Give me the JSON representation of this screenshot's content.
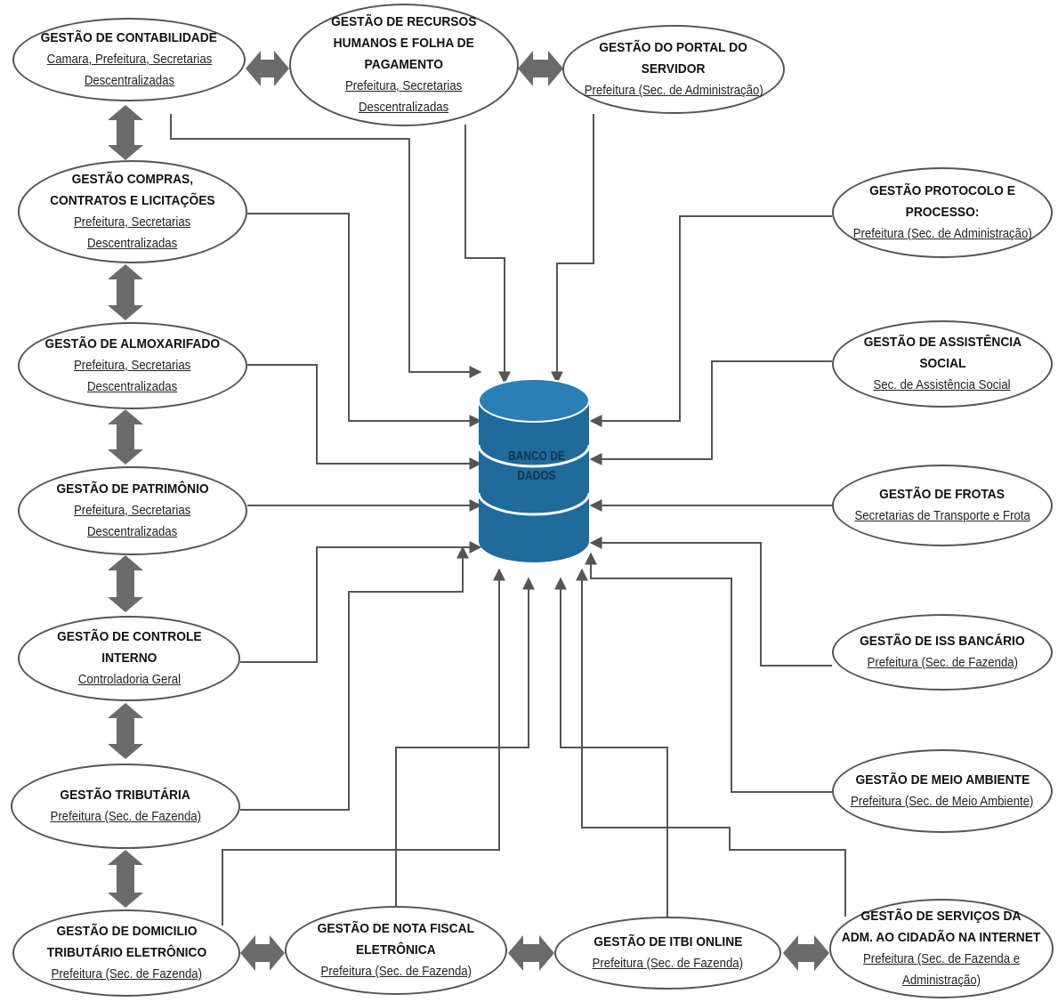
{
  "database": {
    "label": "BANCO DE\nDADOS",
    "color": "#1f6b9b"
  },
  "colors": {
    "connector": "#555555",
    "double_arrow": "#666666"
  },
  "nodes": [
    {
      "id": "contabilidade",
      "title": "GESTÃO DE CONTABILIDADE",
      "subtitle": "Camara, Prefeitura, Secretarias\nDescentralizadas"
    },
    {
      "id": "recursos-humanos",
      "title": "GESTÃO DE RECURSOS\nHUMANOS E FOLHA DE\nPAGAMENTO",
      "subtitle": "Prefeitura, Secretarias\nDescentralizadas"
    },
    {
      "id": "portal-servidor",
      "title": "GESTÃO DO PORTAL DO\nSERVIDOR",
      "subtitle": "Prefeitura (Sec. de Administração)"
    },
    {
      "id": "compras",
      "title": "GESTÃO COMPRAS,\nCONTRATOS E LICITAÇÕES",
      "subtitle": "Prefeitura, Secretarias\nDescentralizadas"
    },
    {
      "id": "protocolo",
      "title": "GESTÃO PROTOCOLO E\nPROCESSO:",
      "subtitle": "Prefeitura (Sec. de Administração)"
    },
    {
      "id": "almoxarifado",
      "title": "GESTÃO DE ALMOXARIFADO",
      "subtitle": "Prefeitura, Secretarias\nDescentralizadas"
    },
    {
      "id": "assistencia-social",
      "title": "GESTÃO DE ASSISTÊNCIA\nSOCIAL",
      "subtitle": "Sec. de Assistência Social"
    },
    {
      "id": "patrimonio",
      "title": "GESTÃO DE PATRIMÔNIO",
      "subtitle": "Prefeitura, Secretarias\nDescentralizadas"
    },
    {
      "id": "frotas",
      "title": "GESTÃO DE FROTAS",
      "subtitle": "Secretarias de Transporte e Frota"
    },
    {
      "id": "controle-interno",
      "title": "GESTÃO DE CONTROLE\nINTERNO",
      "subtitle": "Controladoria Geral"
    },
    {
      "id": "iss-bancario",
      "title": "GESTÃO DE ISS BANCÁRIO",
      "subtitle": "Prefeitura (Sec. de Fazenda)"
    },
    {
      "id": "tributaria",
      "title": "GESTÃO TRIBUTÁRIA",
      "subtitle": "Prefeitura (Sec. de Fazenda)"
    },
    {
      "id": "meio-ambiente",
      "title": "GESTÃO DE MEIO AMBIENTE",
      "subtitle": "Prefeitura (Sec. de Meio Ambiente)"
    },
    {
      "id": "domicilio-tributario",
      "title": "GESTÃO DE DOMICILIO\nTRIBUTÁRIO ELETRÔNICO",
      "subtitle": "Prefeitura (Sec. de Fazenda)"
    },
    {
      "id": "nota-fiscal",
      "title": "GESTÃO DE NOTA FISCAL\nELETRÔNICA",
      "subtitle": "Prefeitura (Sec. de Fazenda)"
    },
    {
      "id": "itbi",
      "title": "GESTÃO DE ITBI ONLINE",
      "subtitle": "Prefeitura (Sec. de Fazenda)"
    },
    {
      "id": "servicos-cidadao",
      "title": "GESTÃO DE SERVIÇOS DA\nADM. AO CIDADÃO NA INTERNET",
      "subtitle": "Prefeitura (Sec. de Fazenda e\nAdministração)"
    }
  ]
}
